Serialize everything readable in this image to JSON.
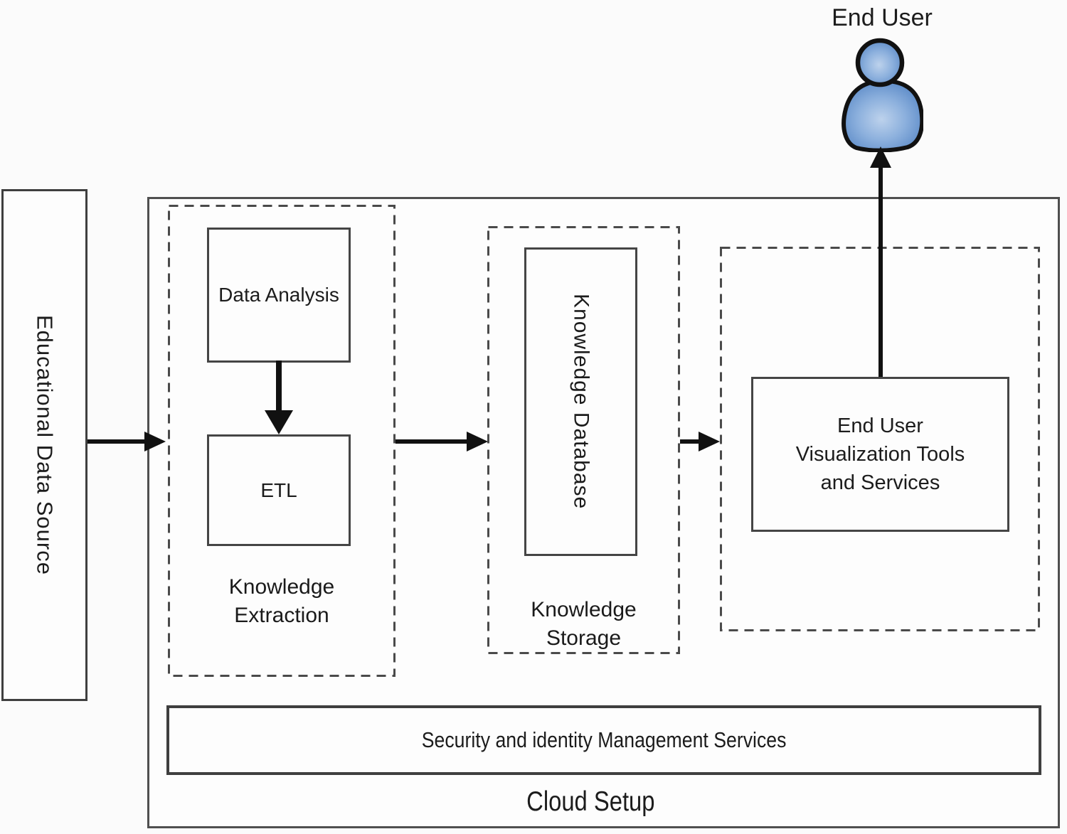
{
  "end_user": {
    "label": "End User",
    "icon": "person-icon"
  },
  "source": {
    "label": "Educational Data Source"
  },
  "cloud": {
    "label": "Cloud Setup"
  },
  "security": {
    "label": "Security and identity Management Services"
  },
  "knowledge_extraction": {
    "lines": [
      "Knowledge",
      "Extraction"
    ],
    "data_analysis_label": "Data Analysis",
    "etl_label": "ETL"
  },
  "knowledge_storage": {
    "lines": [
      "Knowledge",
      "Storage"
    ],
    "database_label": "Knowledge Database"
  },
  "visualization": {
    "lines": [
      "End User",
      "Visualization Tools",
      "and Services"
    ]
  },
  "colors": {
    "person_fill_center": "#bdd2ec",
    "person_fill_mid": "#8cb0dd",
    "person_fill_edge": "#4c7ec0",
    "outline": "#111111",
    "dashed_border": "#4a4a4a"
  }
}
